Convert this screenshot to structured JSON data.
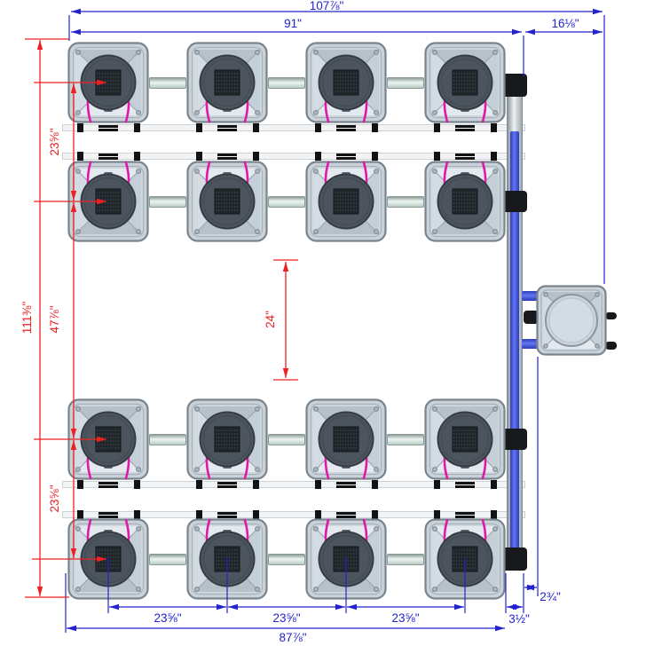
{
  "diagram_type": "hydroponic-system-top-view",
  "system": {
    "pot_rows": 4,
    "pot_cols": 4,
    "pot_count": 16,
    "reservoir_count": 1
  },
  "dimensions": {
    "top_total": "107⅞\"",
    "top_left": "91\"",
    "top_right": "16⅛\"",
    "left_total": "111⅜\"",
    "left_seg1": "23⅝\"",
    "left_seg2": "47⅞\"",
    "left_seg3": "23⅝\"",
    "center_gap": "24\"",
    "bottom_seg1": "23⅝\"",
    "bottom_seg2": "23⅝\"",
    "bottom_seg3": "23⅝\"",
    "bottom_total": "87⅞\"",
    "pipe_offset": "3½\"",
    "reservoir_offset": "2¾\""
  },
  "colors": {
    "dimension_blue": "#2323cd",
    "dimension_red": "#ee2020",
    "hose_magenta": "#e118a8",
    "pipe_blue": "#4355e8",
    "pot_body": "#c9d2d9",
    "pot_lid": "#4c545e",
    "reservoir_lid": "#ccd5de",
    "rail_white": "#f1f3f5",
    "fitting_black": "#17191c",
    "clip_green": "#2fb24b"
  }
}
